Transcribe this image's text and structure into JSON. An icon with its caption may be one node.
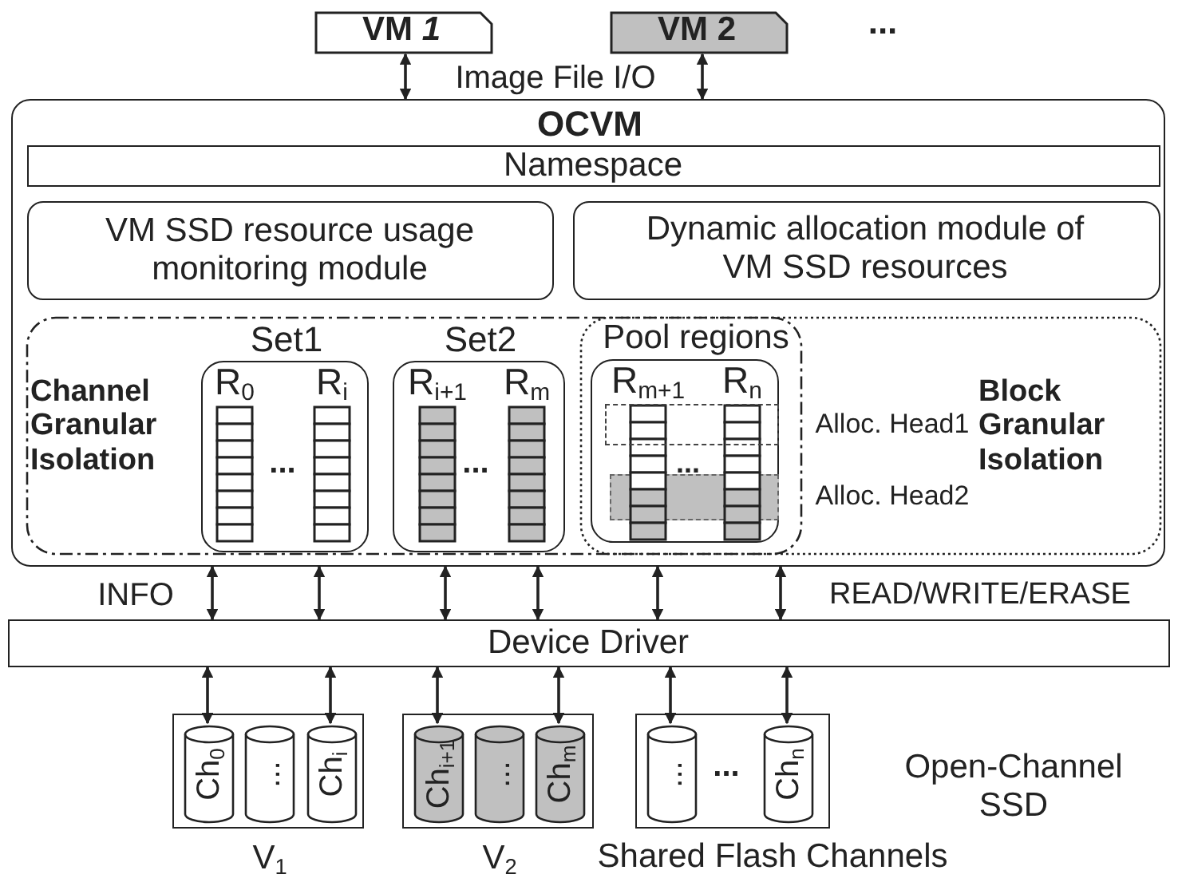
{
  "diagram": {
    "nodes": [
      {
        "text": [
          "VM *1*"
        ]
      },
      {
        "text": [
          "VM 2"
        ]
      },
      {
        "text": [
          "OCVM"
        ]
      },
      {
        "text": [
          "Namespace"
        ],
        "in": 2
      },
      {
        "text": [
          "VM SSD resource usage monitoring module"
        ],
        "in": 2
      },
      {
        "text": [
          "Dynamic allocation module of VM SSD resources"
        ],
        "in": 2
      },
      {
        "text": [
          "Channel Granular Isolation"
        ],
        "in": 2
      },
      {
        "text": [
          "Set1"
        ],
        "in": 6
      },
      {
        "text": [
          "R$_{0}$"
        ],
        "in": 7
      },
      {
        "text": [
          "R$_{i}$"
        ],
        "in": 7
      },
      {
        "text": [
          "Set2"
        ],
        "in": 6
      },
      {
        "text": [
          "R$_{i+1}$"
        ],
        "in": 10
      },
      {
        "text": [
          "R$_{m}$"
        ],
        "in": 10
      },
      {
        "text": [],
        "shape": "box"
      },
      {
        "text": [
          "R$_{m+1}$"
        ],
        "in": 13
      },
      {
        "text": [
          "R$_{n}$"
        ],
        "in": 13
      },
      {
        "text": [
          "Block Granular Isolation"
        ],
        "in": 2
      },
      {
        "text": [
          "Device Driver"
        ]
      },
      {
        "text": [
          "V$_{1}$"
        ]
      },
      {
        "text": [
          "Ch$_{0}$"
        ],
        "in": 18
      },
      {
        "text": [
          "..."
        ],
        "in": 18
      },
      {
        "text": [
          "Ch$_{i}$"
        ],
        "in": 18
      },
      {
        "text": [
          "V$_{2}$"
        ]
      },
      {
        "text": [
          "Ch$_{i+1}$"
        ],
        "in": 22
      },
      {
        "text": [
          "..."
        ],
        "in": 22
      },
      {
        "text": [
          "Ch$_{m}$"
        ],
        "in": 22
      },
      {
        "text": [
          "Shared Flash Channels"
        ]
      },
      {
        "text": [
          "..."
        ],
        "in": 26
      },
      {
        "text": [
          "Ch$_{n}$"
        ],
        "in": 26
      },
      {
        "text": [],
        "shape": "box",
        "in": 13
      },
      {
        "text": [],
        "shape": "box",
        "in": 13
      }
    ],
    "edges": [
      {
        "from": 0,
        "to": 2,
        "arrow": "both"
      },
      {
        "from": 1,
        "to": 2,
        "arrow": "both"
      },
      {
        "from": 2,
        "to": 17,
        "arrow": "both"
      },
      {
        "from": 2,
        "to": 17,
        "arrow": "both"
      },
      {
        "from": 2,
        "to": 17,
        "arrow": "both"
      },
      {
        "from": 2,
        "to": 17,
        "arrow": "both"
      },
      {
        "from": 2,
        "to": 17,
        "arrow": "both"
      },
      {
        "from": 2,
        "to": 17,
        "arrow": "both"
      },
      {
        "from": 17,
        "to": 19,
        "arrow": "both"
      },
      {
        "from": 17,
        "to": 21,
        "arrow": "both"
      },
      {
        "from": 17,
        "to": 23,
        "arrow": "both"
      },
      {
        "from": 17,
        "to": 25,
        "arrow": "both"
      },
      {
        "from": 17,
        "to": 27,
        "arrow": "both"
      },
      {
        "from": 17,
        "to": 28,
        "arrow": "both"
      }
    ],
    "labels": [
      "...",
      "Image File I/O",
      "Pool regions",
      "...",
      "...",
      "Alloc. Head1",
      "...",
      "Alloc. Head2",
      "INFO",
      "READ/WRITE/ERASE",
      "...",
      "Open-Channel SSD"
    ]
  }
}
